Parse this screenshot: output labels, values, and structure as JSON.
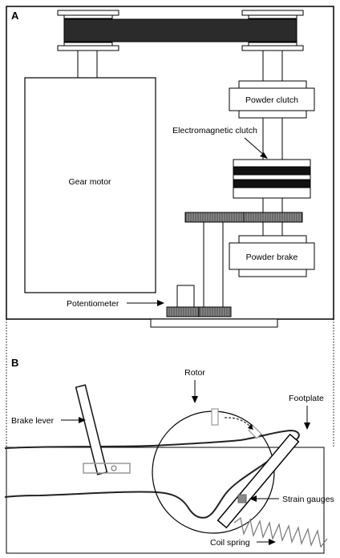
{
  "panels": {
    "a": {
      "letter": "A"
    },
    "b": {
      "letter": "B"
    }
  },
  "labels": {
    "gear_motor": "Gear motor",
    "powder_clutch": "Powder clutch",
    "electromagnetic_clutch": "Electromagnetic clutch",
    "powder_brake": "Powder brake",
    "potentiometer": "Potentiometer",
    "rotor": "Rotor",
    "footplate": "Footplate",
    "brake_lever": "Brake lever",
    "strain_gauges": "Strain gauges",
    "coil_spring": "Coil spring"
  },
  "colors": {
    "belt": "#2b2b2b",
    "gear": "#7a7a7a",
    "leg_outline": "#222222",
    "lever_gray": "#9a9a9a",
    "gauge": "#888888"
  }
}
